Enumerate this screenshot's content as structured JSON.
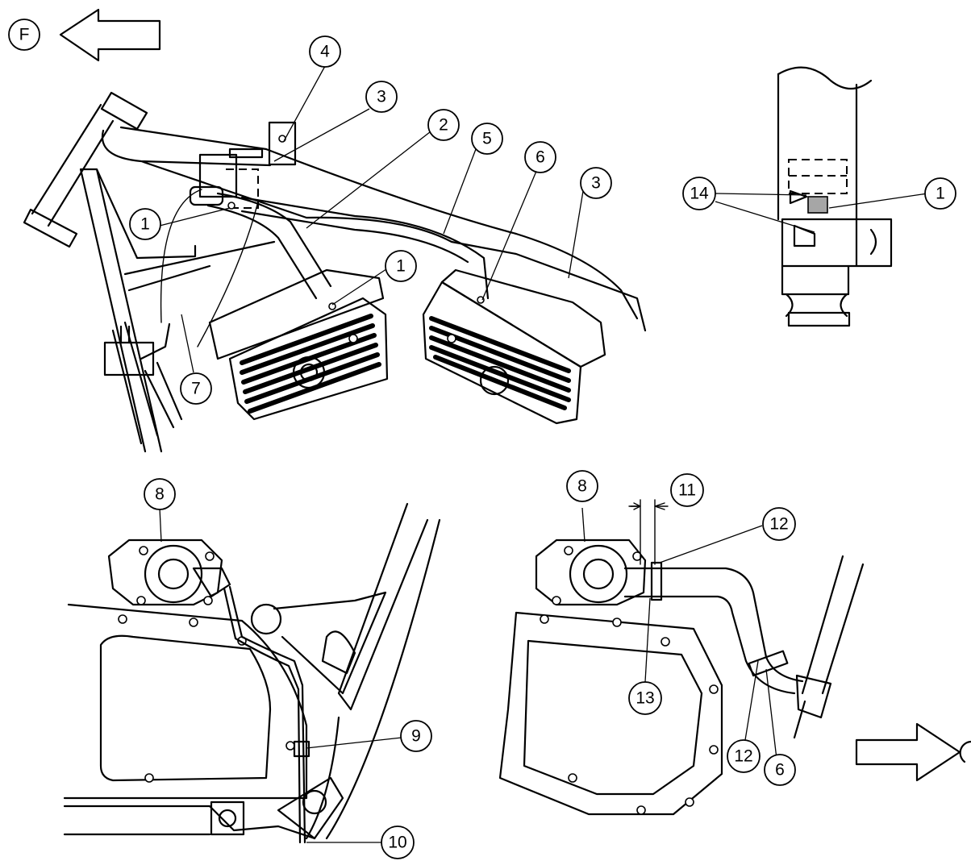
{
  "direction": {
    "front_letter": "F",
    "front_arrow_icon": "left-arrow-icon",
    "rear_arrow_icon": "right-arrow-icon"
  },
  "callouts": {
    "c1_top_left": "1",
    "c1_mid": "1",
    "c1_detail": "1",
    "c2": "2",
    "c3_a": "3",
    "c3_b": "3",
    "c4": "4",
    "c5": "5",
    "c6_top": "6",
    "c6_bottom": "6",
    "c7": "7",
    "c8_left": "8",
    "c8_right": "8",
    "c9": "9",
    "c10": "10",
    "c11": "11",
    "c12_top": "12",
    "c12_bottom": "12",
    "c13": "13",
    "c14": "14"
  },
  "colors": {
    "line": "#000000",
    "background": "#ffffff"
  }
}
